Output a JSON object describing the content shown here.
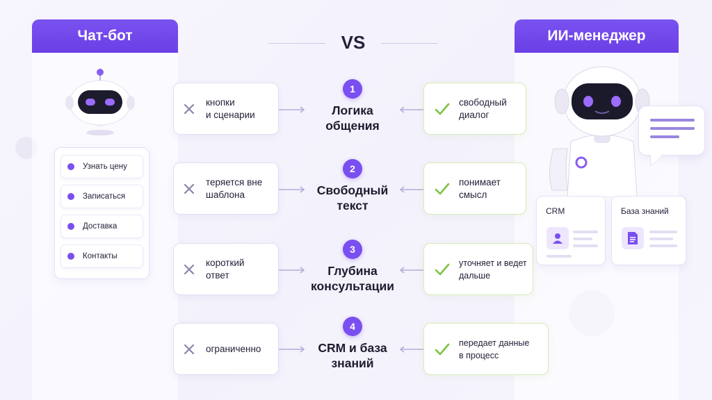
{
  "left_panel": {
    "title": "Чат-бот"
  },
  "right_panel": {
    "title": "ИИ-менеджер"
  },
  "vs_label": "VS",
  "chatbot_menu": [
    "Узнать цену",
    "Записаться",
    "Доставка",
    "Контакты"
  ],
  "rows": [
    {
      "number": "1",
      "title": "Логика\nобщения",
      "chatbot": "кнопки\nи сценарии",
      "ai": "свободный\nдиалог"
    },
    {
      "number": "2",
      "title": "Свободный\nтекст",
      "chatbot": "теряется вне\nшаблона",
      "ai": "понимает\nсмысл"
    },
    {
      "number": "3",
      "title": "Глубина\nконсультации",
      "chatbot": "короткий\nответ",
      "ai": "уточняет и ведет\nдальше"
    },
    {
      "number": "4",
      "title": "CRM и база\nзнаний",
      "chatbot": "ограниченно",
      "ai": "передает данные\nв процесс"
    }
  ],
  "integrations": [
    {
      "label": "CRM",
      "icon": "user-icon"
    },
    {
      "label": "База знаний",
      "icon": "document-icon"
    }
  ],
  "colors": {
    "accent": "#7a4ff0",
    "cross": "#8a84a8",
    "check": "#7cc241"
  }
}
